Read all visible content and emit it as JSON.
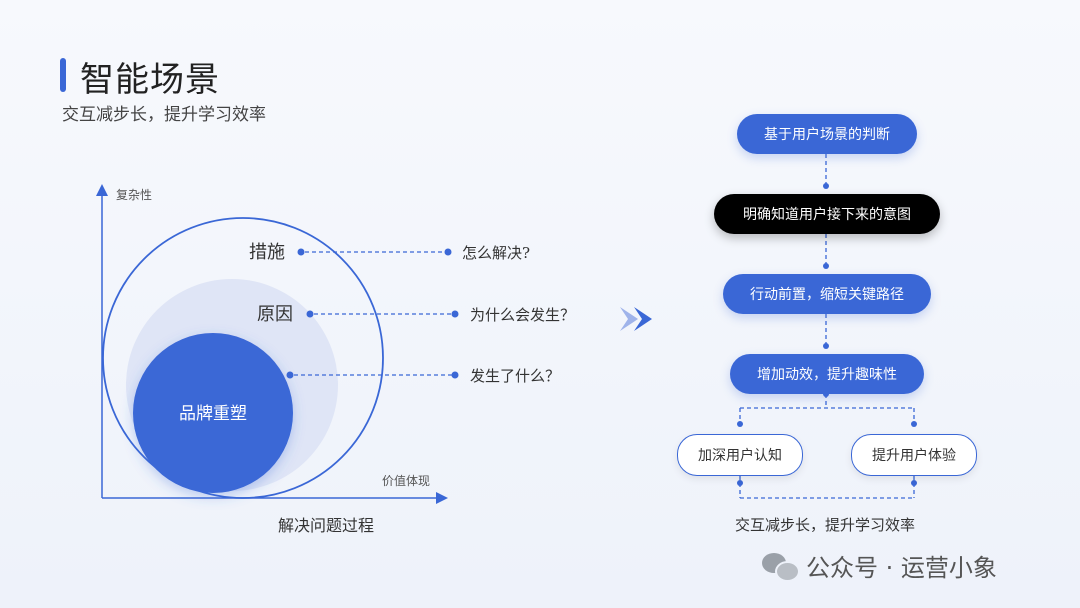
{
  "header": {
    "title": "智能场景",
    "subtitle": "交互减步长，提升学习效率"
  },
  "diagram": {
    "y_axis_label": "复杂性",
    "x_axis_label": "价值体现",
    "x_axis_caption": "解决问题过程",
    "levels": [
      {
        "label": "措施",
        "question": "怎么解决?"
      },
      {
        "label": "原因",
        "question": "为什么会发生？"
      },
      {
        "center_label": "品牌重塑",
        "question": "发生了什么？"
      }
    ]
  },
  "flow": {
    "steps": [
      "基于用户场景的判断",
      "明确知道用户接下来的意图",
      "行动前置，缩短关键路径",
      "增加动效，提升趣味性"
    ],
    "branches": [
      "加深用户认知",
      "提升用户体验"
    ],
    "caption": "交互减步长，提升学习效率"
  },
  "watermark": {
    "text": "公众号 · 运营小象"
  },
  "colors": {
    "accent": "#3a67d6",
    "dark": "#000000",
    "light_circle": "#dfe5f6"
  }
}
